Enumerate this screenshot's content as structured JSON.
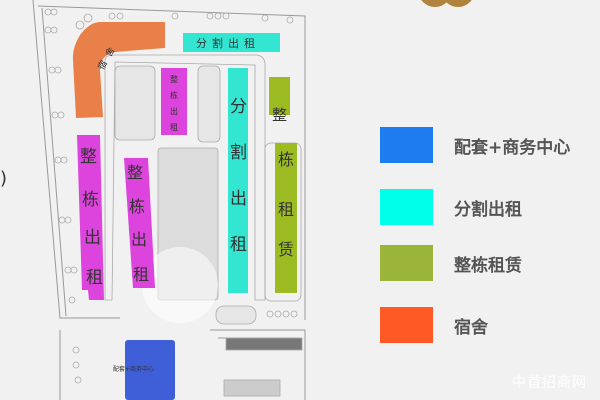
{
  "map": {
    "dormitory_label": "宿舍",
    "top_split_label": "分割出租",
    "small_whole_label": [
      "整",
      "栋",
      "出",
      "租"
    ],
    "big_split_label": [
      "分",
      "割",
      "出",
      "租"
    ],
    "left_whole_label": [
      "整",
      "栋",
      "出",
      "租"
    ],
    "mid_whole_label": [
      "整",
      "栋",
      "出",
      "租"
    ],
    "green_small_label": "整",
    "green_tall_label": [
      "栋",
      "租",
      "赁"
    ],
    "service_center_label": "配套+商务中心",
    "edge_mark": ")"
  },
  "legend": {
    "items": [
      {
        "label": "配套+商务中心",
        "color": "#1e7bf0"
      },
      {
        "label": "分割出租",
        "color": "#00ffe8"
      },
      {
        "label": "整栋租赁",
        "color": "#9ab53a"
      },
      {
        "label": "宿舍",
        "color": "#ff5a26"
      }
    ]
  },
  "colors": {
    "dormitory": "#e9804a",
    "split": "#33e6d2",
    "whole": "#dd44dd",
    "green": "#9cbb22",
    "service": "#3f5fd8",
    "logo": "#b0843f"
  },
  "watermark": "中首招商网"
}
